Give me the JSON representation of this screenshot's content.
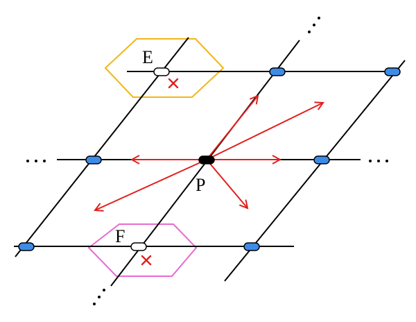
{
  "labels": {
    "E": "E",
    "F": "F",
    "P": "P"
  },
  "colors": {
    "lattice": "#000000",
    "site_filled": "#3c8ce7",
    "site_vacant": "#ffffff",
    "site_center": "#000000",
    "hexagon_E": "#f2b614",
    "hexagon_F": "#e86ad0",
    "arrows": "#e0201c",
    "cross": "#e0201c"
  },
  "icons": {
    "arrow": "red-arrow-icon",
    "cross": "red-x-icon",
    "ellipsis": "ellipsis-dots"
  }
}
